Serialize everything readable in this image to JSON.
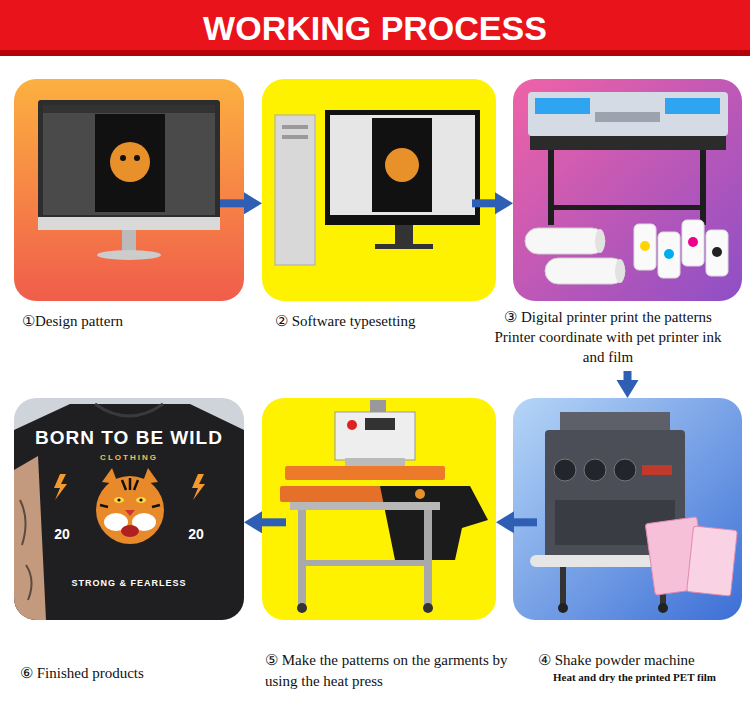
{
  "diagram": {
    "title": "WORKING PROCESS",
    "nodes": [
      {
        "text": [
          "①Design pattern"
        ]
      },
      {
        "text": [
          "② Software typesetting"
        ]
      },
      {
        "text": [
          "③ Digital printer print the patterns Printer coordinate with pet printer ink and film"
        ]
      },
      {
        "text": [
          "④ Shake powder machine",
          "Heat and dry the printed PET film"
        ]
      },
      {
        "text": [
          "⑤ Make the patterns on the garments by using the heat press"
        ]
      },
      {
        "text": [
          "⑥ Finished products"
        ]
      }
    ],
    "edges": [
      {
        "from": 0,
        "to": 1,
        "arrow": "to"
      },
      {
        "from": 1,
        "to": 2,
        "arrow": "to"
      },
      {
        "from": 2,
        "to": 3,
        "arrow": "to"
      },
      {
        "from": 3,
        "to": 4,
        "arrow": "to"
      },
      {
        "from": 4,
        "to": 5,
        "arrow": "to"
      }
    ],
    "labels": [
      "BORN TO BE WILD",
      "CLOTHING",
      "20",
      "20",
      "STRONG & FEARLESS"
    ]
  }
}
